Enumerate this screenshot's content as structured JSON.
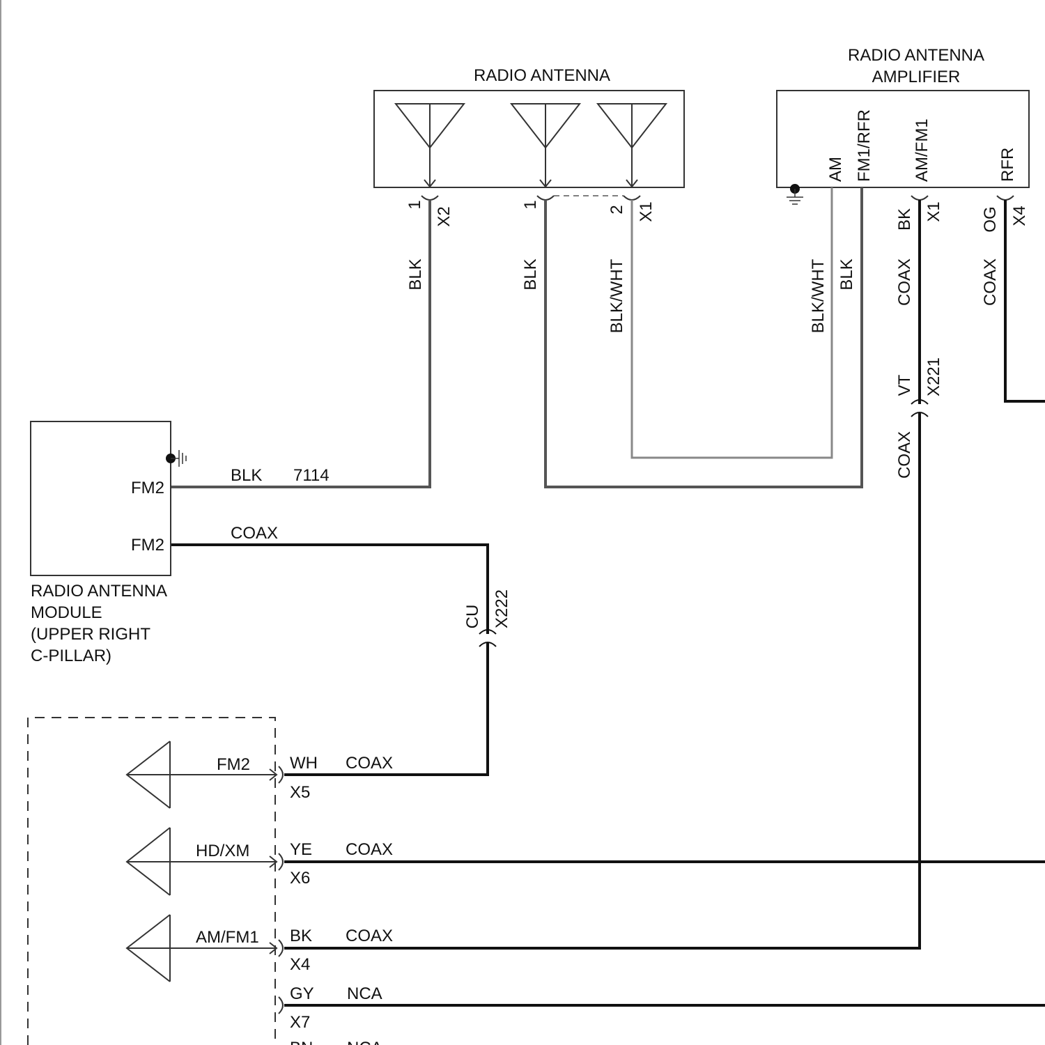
{
  "colors": {
    "wire_gray": "#555555",
    "wire_light": "#888888",
    "wire_black": "#111111",
    "frame": "#333333"
  },
  "radio_antenna": {
    "title": "RADIO ANTENNA",
    "pin_1a": "1",
    "conn_x2": "X2",
    "pin_1b": "1",
    "pin_2": "2",
    "conn_x1": "X1"
  },
  "amplifier": {
    "title_line1": "RADIO ANTENNA",
    "title_line2": "AMPLIFIER",
    "pin_am": "AM",
    "pin_fm1rfr": "FM1/RFR",
    "pin_amfm1": "AM/FM1",
    "pin_rfr": "RFR",
    "bk": "BK",
    "x1": "X1",
    "og": "OG",
    "x4": "X4"
  },
  "wires": {
    "blk_1": "BLK",
    "blk_2": "BLK",
    "blkwht_1": "BLK/WHT",
    "blkwht_2": "BLK/WHT",
    "blk_3": "BLK",
    "coax_1": "COAX",
    "coax_2": "COAX",
    "coax_3": "COAX",
    "vt": "VT",
    "x221": "X221",
    "blk_fm2": "BLK",
    "circuit": "7114",
    "coax_fm2": "COAX",
    "cu": "CU",
    "x222": "X222"
  },
  "module": {
    "pin_fm2_a": "FM2",
    "pin_fm2_b": "FM2",
    "name_line1": "RADIO ANTENNA",
    "name_line2": "MODULE",
    "name_line3": "(UPPER RIGHT",
    "name_line4": "C-PILLAR)"
  },
  "receiver": {
    "rows": [
      {
        "label": "FM2",
        "color": "WH",
        "wire": "COAX",
        "conn": "X5"
      },
      {
        "label": "HD/XM",
        "color": "YE",
        "wire": "COAX",
        "conn": "X6"
      },
      {
        "label": "AM/FM1",
        "color": "BK",
        "wire": "COAX",
        "conn": "X4"
      },
      {
        "color": "GY",
        "wire": "NCA",
        "conn": "X7"
      }
    ],
    "partial_color": "BN",
    "partial_wire": "NCA"
  }
}
